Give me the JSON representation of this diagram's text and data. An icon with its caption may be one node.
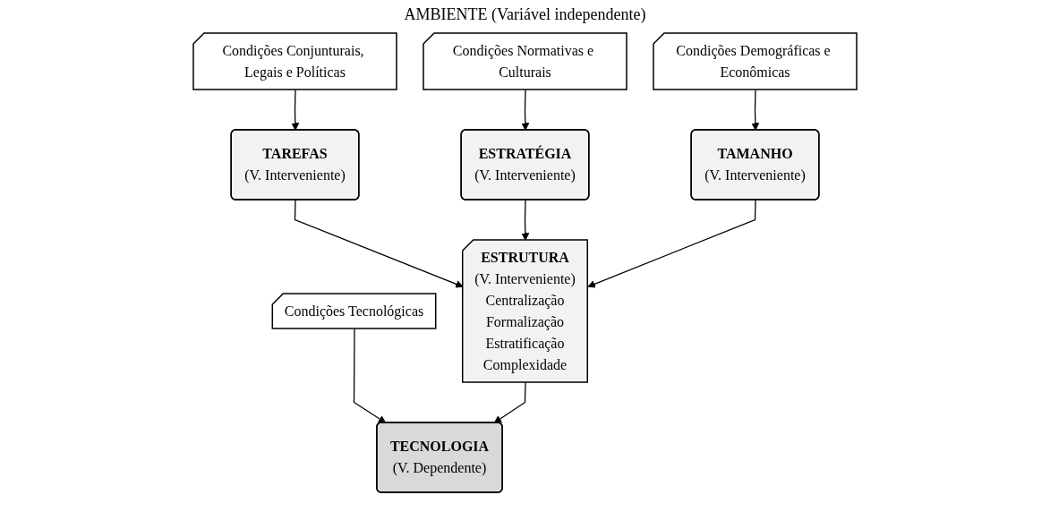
{
  "diagram": {
    "title": "AMBIENTE (Variável independente)",
    "nodes": [
      {
        "text": [
          "Condições Demográficas e Econômicas"
        ]
      },
      {
        "text": [
          "Condições Conjunturais, Legais e Políticas"
        ]
      },
      {
        "text": [
          "Condições Normativas e Culturais"
        ]
      },
      {
        "text": [
          "Condições Tecnológicas"
        ]
      },
      {
        "text": [
          "TAMANHO",
          "(V. Interveniente)"
        ]
      },
      {
        "text": [
          "TAREFAS",
          "(V. Interveniente)"
        ]
      },
      {
        "text": [
          "ESTRATÉGIA",
          "(V. Interveniente)"
        ]
      },
      {
        "text": [
          "TECNOLOGIA",
          "(V. Dependente)"
        ]
      },
      {
        "text": [
          "ESTRUTURA",
          "(V. Interveniente)",
          "Centralização",
          "Formalização",
          "Estratificação",
          "Complexidade"
        ]
      }
    ],
    "edges": [
      {
        "from": 0,
        "to": 4,
        "arrow": "to"
      },
      {
        "from": 1,
        "to": 5,
        "arrow": "to"
      },
      {
        "from": 2,
        "to": 6,
        "arrow": "to"
      },
      {
        "from": 3,
        "to": 7,
        "arrow": "to"
      },
      {
        "from": 5,
        "to": 8,
        "arrow": "to"
      },
      {
        "from": 6,
        "to": 8,
        "arrow": "to"
      },
      {
        "from": 4,
        "to": 8,
        "arrow": "to"
      },
      {
        "from": 8,
        "to": 7,
        "arrow": "to"
      }
    ]
  }
}
